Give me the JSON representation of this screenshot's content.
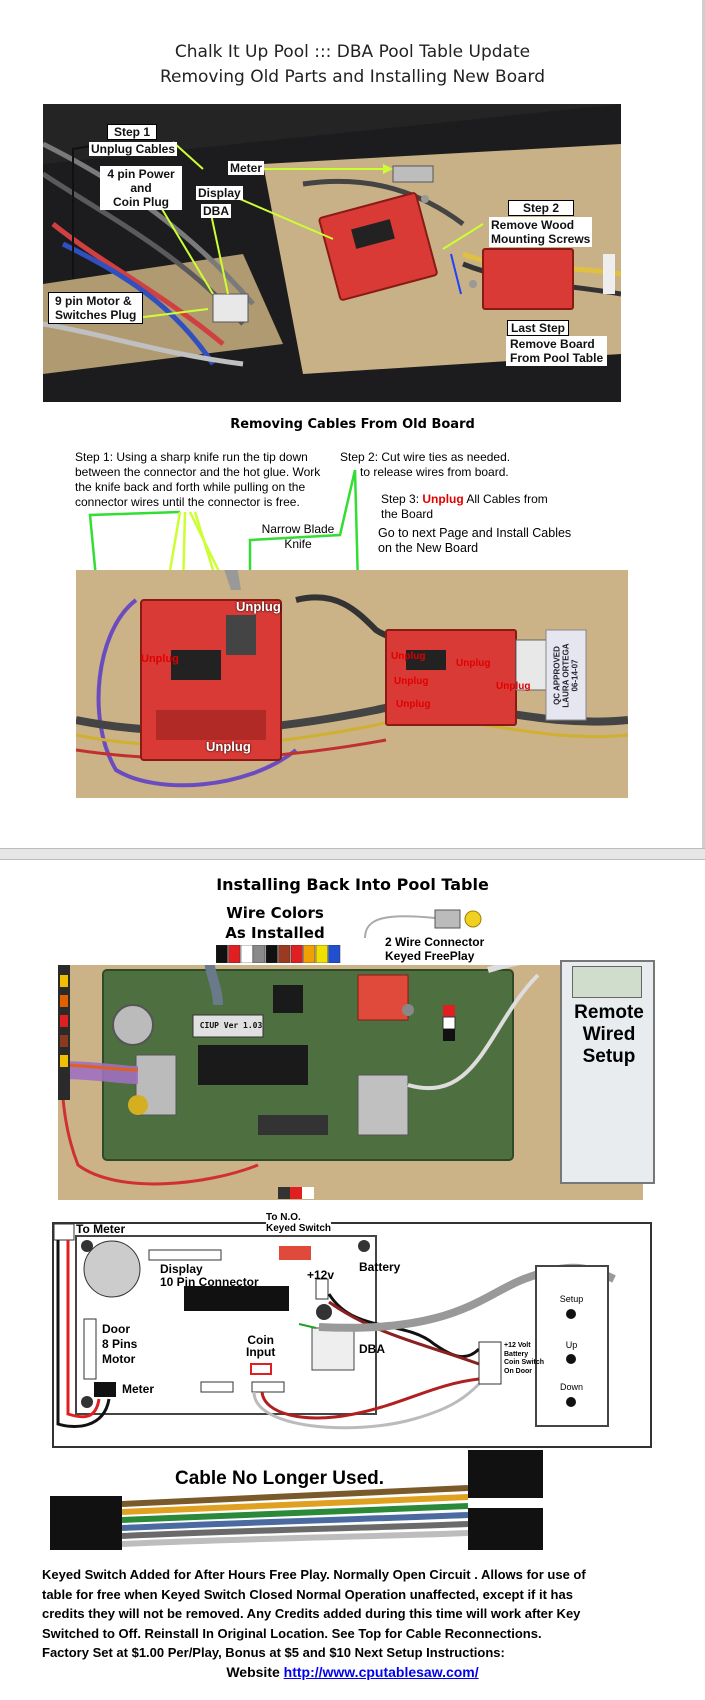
{
  "page1": {
    "title_line1": "Chalk It Up Pool ::: DBA Pool Table Update",
    "title_line2": "Removing Old Parts and Installing New Board",
    "photo1_labels": {
      "step1": "Step 1",
      "unplug_cables": "Unplug Cables",
      "power_line1": "4 pin Power",
      "power_line2": "and",
      "power_line3": "Coin Plug",
      "meter": "Meter",
      "display": "Display",
      "dba": "DBA",
      "step2": "Step 2",
      "remove_wood_line1": "Remove Wood",
      "remove_wood_line2": "Mounting Screws",
      "motor_line1": "9 pin Motor &",
      "motor_line2": "Switches Plug",
      "last_step": "Last Step",
      "remove_board_line1": "Remove Board",
      "remove_board_line2": "From Pool Table"
    },
    "section2_caption": "Removing Cables From Old Board",
    "step1_text": "Step 1: Using a sharp knife run the tip down between the connector and the hot glue. Work the knife back and forth while pulling on the connector wires until the connector is free.",
    "step2_text_line1": "Step 2: Cut wire ties as needed.",
    "step2_text_line2": "to release wires from board.",
    "step3_prefix": "Step 3: ",
    "step3_unplug": "Unplug",
    "step3_suffix": " All Cables from",
    "step3_line2": "the Board",
    "goto_line1": "Go to next Page and Install Cables",
    "goto_line2": "on the New Board",
    "knife_line1": "Narrow Blade",
    "knife_line2": "Knife",
    "unplug": "Unplug",
    "sticker_lines": [
      "QC APPROVED",
      "LAURA ORTEGA",
      "06-14-07"
    ]
  },
  "page2": {
    "title": "Installing Back Into Pool Table",
    "wire_colors_line1": "Wire Colors",
    "wire_colors_line2": "As Installed",
    "wire_connector_line1": "2 Wire Connector",
    "wire_connector_line2": "Keyed FreePlay",
    "remote_line1": "Remote",
    "remote_line2": "Wired",
    "remote_line3": "Setup",
    "chip_label": "CIUP Ver 1.03",
    "wire_colors": [
      "#111111",
      "#e02020",
      "#ffffff",
      "#8a8a8a",
      "#111111",
      "#9a3a20",
      "#e02020",
      "#f0a000",
      "#f0e000",
      "#2050d0"
    ],
    "diagram": {
      "to_meter": "To Meter",
      "to_no_line1": "To  N.O.",
      "to_no_line2": "Keyed Switch",
      "display_line1": "Display",
      "display_line2": "10 Pin Connector",
      "plus12v": "+12v",
      "battery": "Battery",
      "door": "Door",
      "pins8": "8 Pins",
      "motor": "Motor",
      "coin_line1": "Coin",
      "coin_line2": "Input",
      "dba": "DBA",
      "meter": "Meter",
      "volt_line1": "+12 Volt",
      "volt_line2": "Battery",
      "volt_line3": "Coin Switch",
      "volt_line4": "On Door",
      "setup": "Setup",
      "up": "Up",
      "down": "Down"
    },
    "cable_title": "Cable No Longer Used.",
    "cable_colors": [
      "#7a5a2a",
      "#e0a020",
      "#2a8a3a",
      "#4a6aa0",
      "#6a6a6a",
      "#bdbdbd"
    ],
    "footer_line1": "Keyed Switch Added for After Hours Free Play. Normally Open Circuit .  Allows for use of",
    "footer_line2": "table for free when Keyed Switch Closed Normal Operation unaffected, except if it has",
    "footer_line3": "credits they will not be removed.  Any Credits added during this time will work after Key",
    "footer_line4": "Switched to Off.         Reinstall In Original Location.  See Top for Cable Reconnections.",
    "footer_line5": "Factory Set at $1.00 Per/Play, Bonus at $5 and $10              Next Setup Instructions:",
    "website_prefix": "Website ",
    "website_url": "http://www.cputablesaw.com/"
  }
}
